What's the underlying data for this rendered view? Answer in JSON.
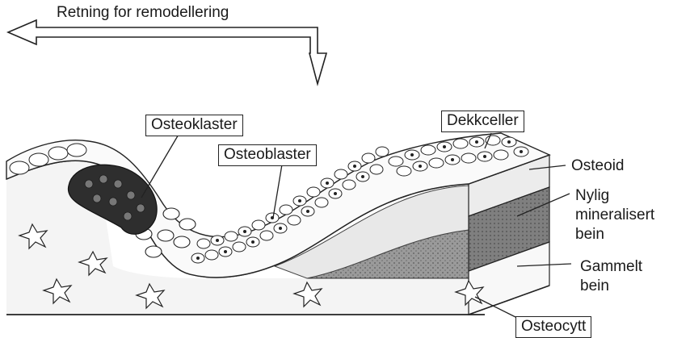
{
  "title": "Retning for remodellering",
  "labels": {
    "osteoklaster": "Osteoklaster",
    "osteoblaster": "Osteoblaster",
    "dekkceller": "Dekkceller",
    "osteoid": "Osteoid",
    "nylig_1": "Nylig",
    "nylig_2": "mineralisert",
    "nylig_3": "bein",
    "gammelt_1": "Gammelt",
    "gammelt_2": "bein",
    "osteocytt": "Osteocytt"
  },
  "colors": {
    "ink": "#1a1a1a",
    "osteoid": "#e6e6e6",
    "new_bone": "#8c8c8c",
    "old_bone": "#f4f4f4",
    "osteoclast": "#333333"
  }
}
